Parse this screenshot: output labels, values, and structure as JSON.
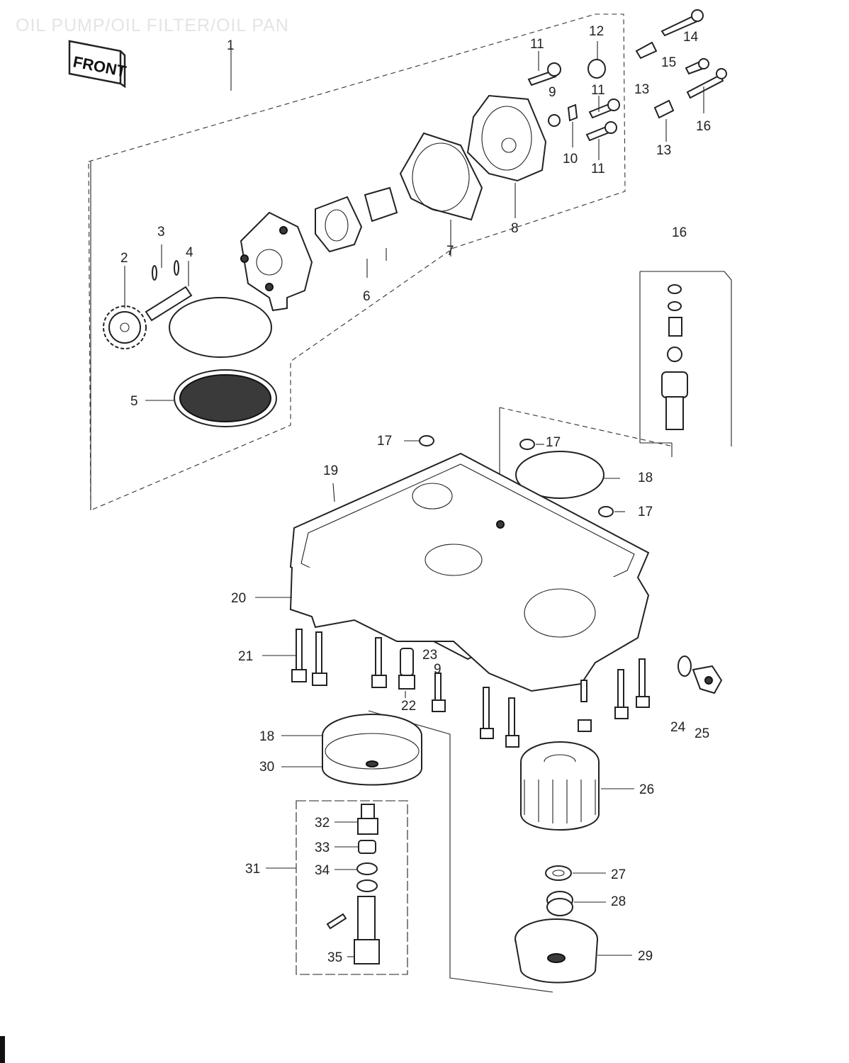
{
  "title": "OIL PUMP/OIL FILTER/OIL PAN",
  "front_label": "FRONT",
  "colors": {
    "line": "#222222",
    "title": "#e4e4e4",
    "background": "#ffffff"
  },
  "labels": {
    "l1": "1",
    "l2": "2",
    "l3": "3",
    "l4": "4",
    "l5": "5",
    "l6": "6",
    "l7": "7",
    "l8": "8",
    "l9a": "9",
    "l9b": "9",
    "l10": "10",
    "l11a": "11",
    "l11b": "11",
    "l11c": "11",
    "l12": "12",
    "l13a": "13",
    "l13b": "13",
    "l14": "14",
    "l15": "15",
    "l16a": "16",
    "l16b": "16",
    "l17a": "17",
    "l17b": "17",
    "l17c": "17",
    "l18a": "18",
    "l18b": "18",
    "l19": "19",
    "l20": "20",
    "l21": "21",
    "l22": "22",
    "l23": "23",
    "l24": "24",
    "l25": "25",
    "l26": "26",
    "l27": "27",
    "l28": "28",
    "l29": "29",
    "l30": "30",
    "l31": "31",
    "l32": "32",
    "l33": "33",
    "l34": "34",
    "l35": "35"
  }
}
